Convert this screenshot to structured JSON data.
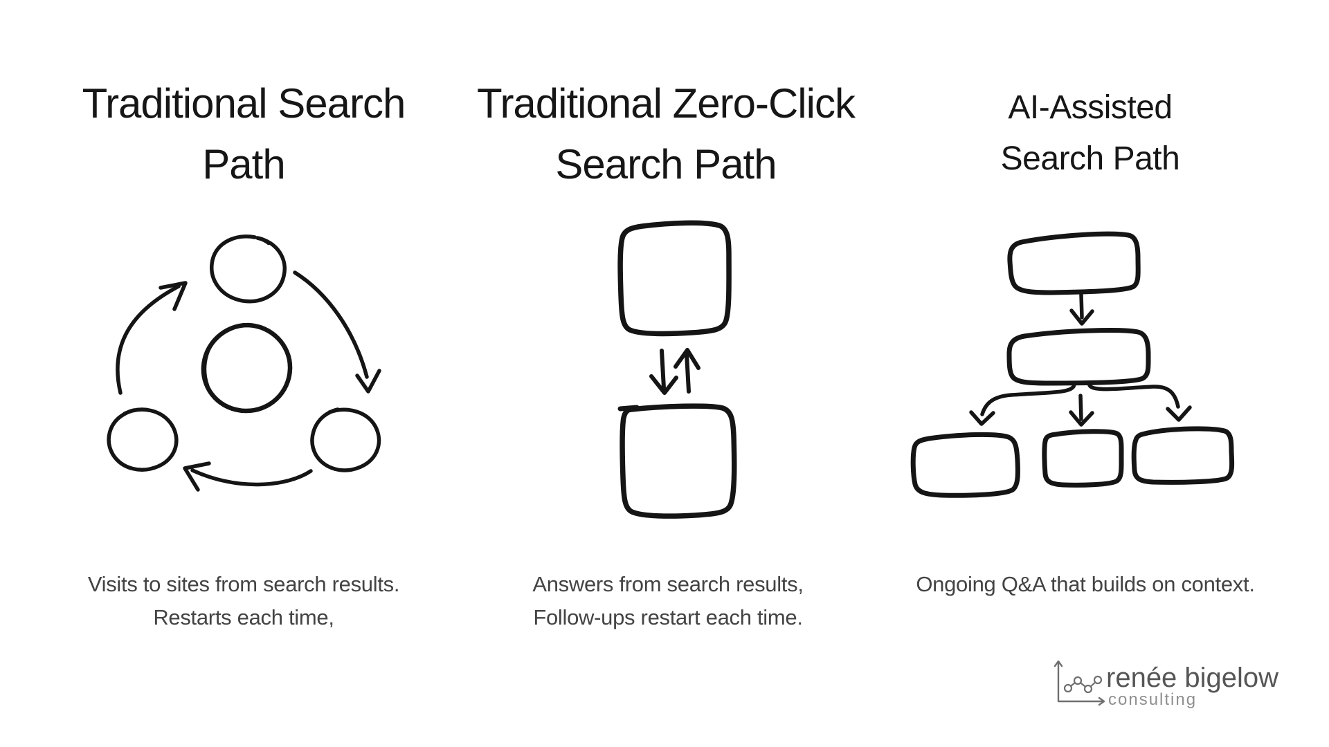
{
  "page": {
    "background": "#ffffff",
    "ink_color": "#151515",
    "caption_color": "#434343"
  },
  "columns": [
    {
      "id": "traditional-search",
      "title_line1": "Traditional Search",
      "title_line2": "Path",
      "caption_line1": "Visits to sites from search results.",
      "caption_line2": "Restarts each time,",
      "diagram": "cycle of three outer circles around a center circle with clockwise arrows"
    },
    {
      "id": "traditional-zero-click",
      "title_line1": "Traditional Zero-Click",
      "title_line2": "Search Path",
      "caption_line1": "Answers from search results,",
      "caption_line2": "Follow-ups restart each time.",
      "diagram": "two stacked boxes exchanging down and up arrows"
    },
    {
      "id": "ai-assisted",
      "title_line1": "AI-Assisted",
      "title_line2": "Search Path",
      "caption_line1": "Ongoing Q&A that builds on context.",
      "caption_line2": "",
      "diagram": "tree: top box to middle box branching to three bottom boxes"
    }
  ],
  "logo": {
    "name": "renée bigelow",
    "descriptor": "consulting",
    "icon": "line-chart-axes-icon",
    "name_color": "#565656",
    "descriptor_color": "#8f8f8f",
    "icon_color": "#6f6f6f"
  }
}
